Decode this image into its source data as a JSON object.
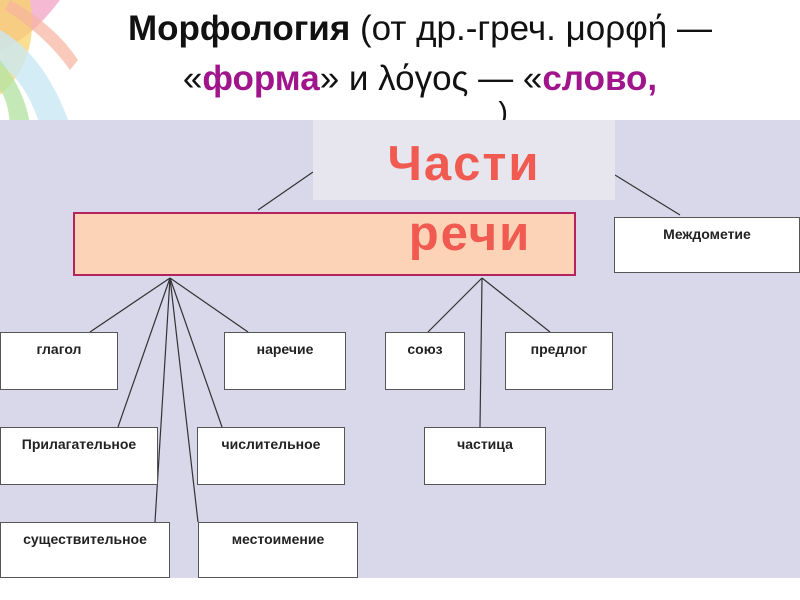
{
  "title": {
    "bold_word": "Морфология",
    "part1": " (от др.-греч. μορφή —",
    "quote_open": "«",
    "forma": "форма",
    "part2": "» и λόγος — «",
    "slovo": "слово,",
    "line3": ")"
  },
  "diagram": {
    "parts_label_1": "Части",
    "parts_label_2": "речи",
    "nodes": {
      "interjection": "Междометие",
      "verb": "глагол",
      "adverb": "наречие",
      "conjunction": "союз",
      "preposition": "предлог",
      "adjective": "Прилагательное",
      "numeral": "числительное",
      "particle": "частица",
      "noun": "существительное",
      "pronoun": "местоимение"
    }
  },
  "colors": {
    "accent_text": "#a0148c",
    "diagram_bg": "#d9d7ea",
    "main_box_fill": "#fcd3b6",
    "main_box_border": "#b1245e",
    "label_text": "#f05a50"
  }
}
